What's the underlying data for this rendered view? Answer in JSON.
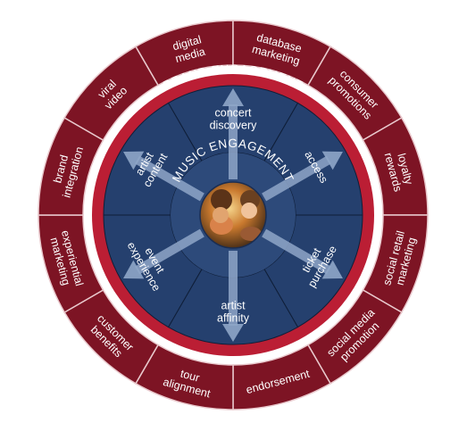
{
  "center_image": "concert-crowd-photo",
  "brand_ring": {
    "title": "BRAND ENGAGEMENT"
  },
  "music_ring": {
    "title": "MUSIC ENGAGEMENT"
  },
  "outer_segments": [
    {
      "id": "digital-media",
      "lines": [
        "digital",
        "media"
      ]
    },
    {
      "id": "database-marketing",
      "lines": [
        "database",
        "marketing"
      ]
    },
    {
      "id": "consumer-promotions",
      "lines": [
        "consumer",
        "promotions"
      ]
    },
    {
      "id": "loyalty-rewards",
      "lines": [
        "loyalty",
        "rewards"
      ]
    },
    {
      "id": "social-retail-marketing",
      "lines": [
        "social retail",
        "marketing"
      ]
    },
    {
      "id": "social-media-promotion",
      "lines": [
        "social media",
        "promotion"
      ]
    },
    {
      "id": "endorsement",
      "lines": [
        "endorsement"
      ]
    },
    {
      "id": "tour-alignment",
      "lines": [
        "tour",
        "alignment"
      ]
    },
    {
      "id": "customer-benefits",
      "lines": [
        "customer",
        "benefits"
      ]
    },
    {
      "id": "experiential-marketing",
      "lines": [
        "experiential",
        "marketing"
      ]
    },
    {
      "id": "brand-integration",
      "lines": [
        "brand",
        "integration"
      ]
    },
    {
      "id": "viral-video",
      "lines": [
        "viral",
        "video"
      ]
    }
  ],
  "inner_segments": [
    {
      "id": "concert-discovery",
      "lines": [
        "concert",
        "discovery"
      ]
    },
    {
      "id": "access",
      "lines": [
        "access"
      ]
    },
    {
      "id": "ticket-purchase",
      "lines": [
        "ticket",
        "purchase"
      ]
    },
    {
      "id": "artist-affinity",
      "lines": [
        "artist",
        "affinity"
      ]
    },
    {
      "id": "event-experience",
      "lines": [
        "event",
        "experience"
      ]
    },
    {
      "id": "artist-content",
      "lines": [
        "artist",
        "content"
      ]
    }
  ],
  "colors": {
    "outer_segment": "#7d1424",
    "outer_divider": "#e9c9cd",
    "brand_ring": "#bb1e34",
    "music_ring": "#2d4a7a",
    "inner_field": "#25406e",
    "arrow": "#8fa6c8"
  }
}
